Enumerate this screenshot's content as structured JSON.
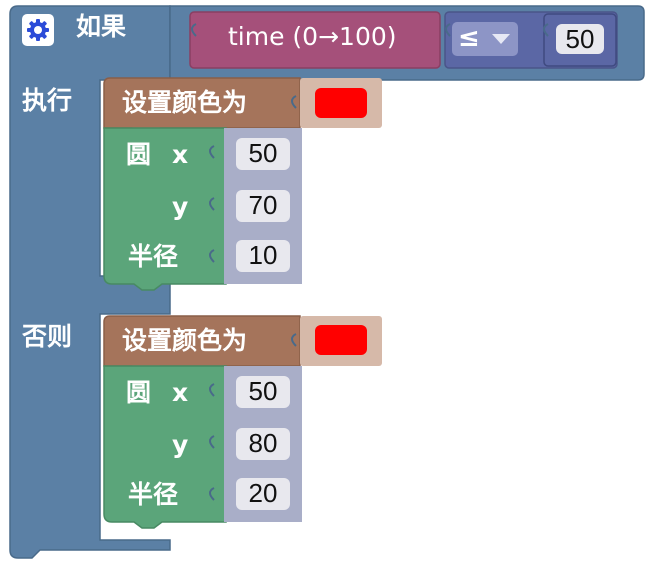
{
  "if_block": {
    "if_label": "如果",
    "do_label": "执行",
    "else_label": "否则",
    "condition": {
      "variable_label": "time (0→100)",
      "operator": "≤",
      "value": "50"
    }
  },
  "then_branch": {
    "set_color_label": "设置颜色为",
    "color": "#ff0000",
    "circle": {
      "circle_label": "圆",
      "x_label": "x",
      "y_label": "y",
      "radius_label": "半径",
      "x": "50",
      "y": "70",
      "radius": "10"
    }
  },
  "else_branch": {
    "set_color_label": "设置颜色为",
    "color": "#ff0000",
    "circle": {
      "circle_label": "圆",
      "x_label": "x",
      "y_label": "y",
      "radius_label": "半径",
      "x": "50",
      "y": "80",
      "radius": "20"
    }
  },
  "colors": {
    "control_block": "#5b80a5",
    "variable_block": "#a5507a",
    "compare_block": "#5b67a5",
    "colour_block": "#a5745b",
    "shape_block": "#5ba57a",
    "number_slot": "#a9aec8"
  }
}
